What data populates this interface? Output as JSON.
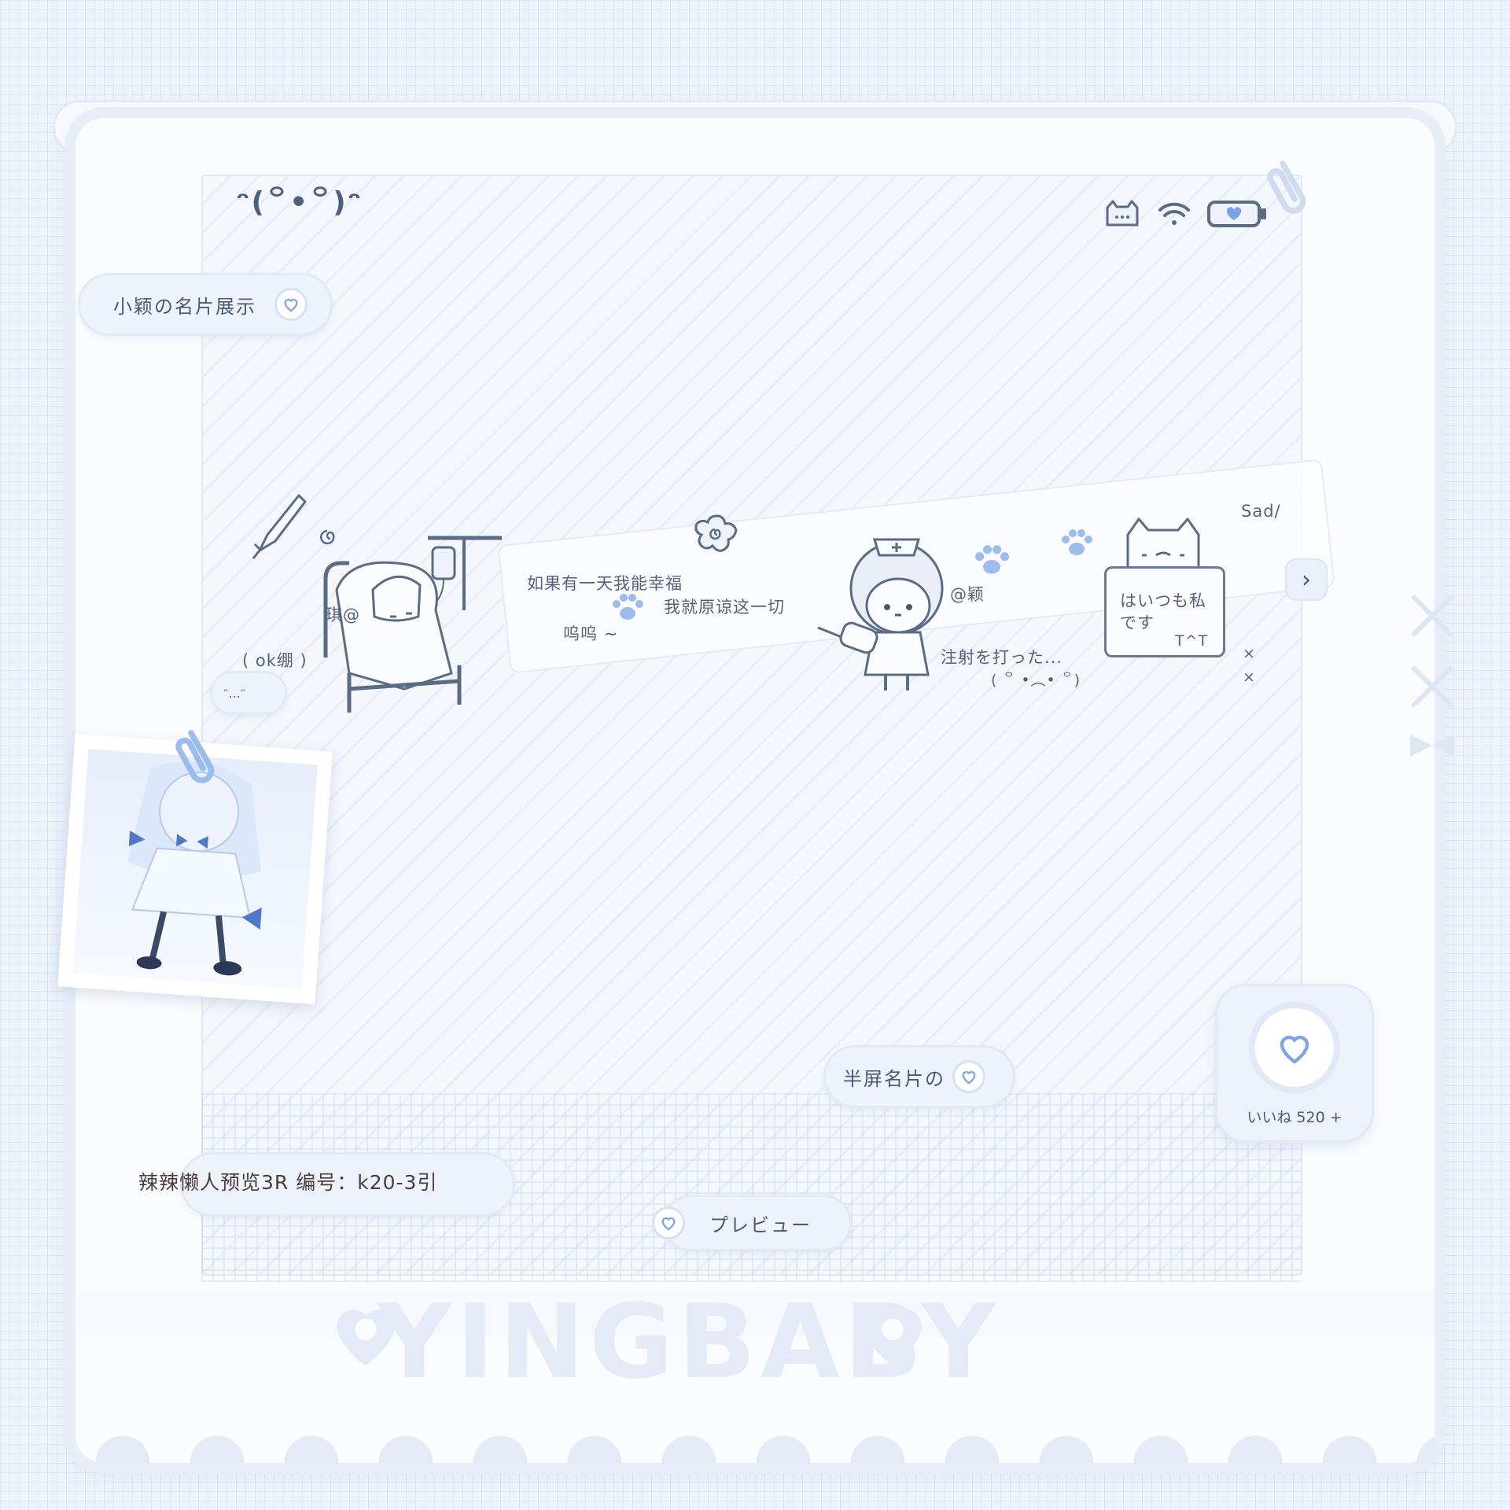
{
  "header": {
    "kaomoji": "ᵔ(꒪•꒪)ᵔ",
    "status_icons": [
      "cat-icon",
      "wifi-icon",
      "battery-icon"
    ]
  },
  "title_pill": {
    "label": "小颖の名片展示"
  },
  "strip": {
    "user_left": "琪@",
    "ok_tag": "( ok绷 )",
    "line1": "如果有一天我能幸福",
    "line2": "我就原谅这一切",
    "sob": "呜呜 ~",
    "at_user": "@颖",
    "injection": "注射を打った...",
    "kaomoji_small": "( ꒪ •︵• ꒪)",
    "sad": "Sad/",
    "sign_line1": "はいつも私",
    "sign_line2": "です",
    "sign_tt": "T^T",
    "x1": "×",
    "x2": "×"
  },
  "like_widget": {
    "label": "いいね 520 +"
  },
  "half_pill": {
    "label": "半屏名片の"
  },
  "info_pill": {
    "label": "辣辣懒人预览3R  编号：k20-3引"
  },
  "preview_pill": {
    "label": "プレビュー"
  },
  "watermark": {
    "text": "YINGBABY"
  },
  "colors": {
    "accent": "#4f78c9",
    "outline": "#5a6b86",
    "bg": "#eef3fb"
  }
}
